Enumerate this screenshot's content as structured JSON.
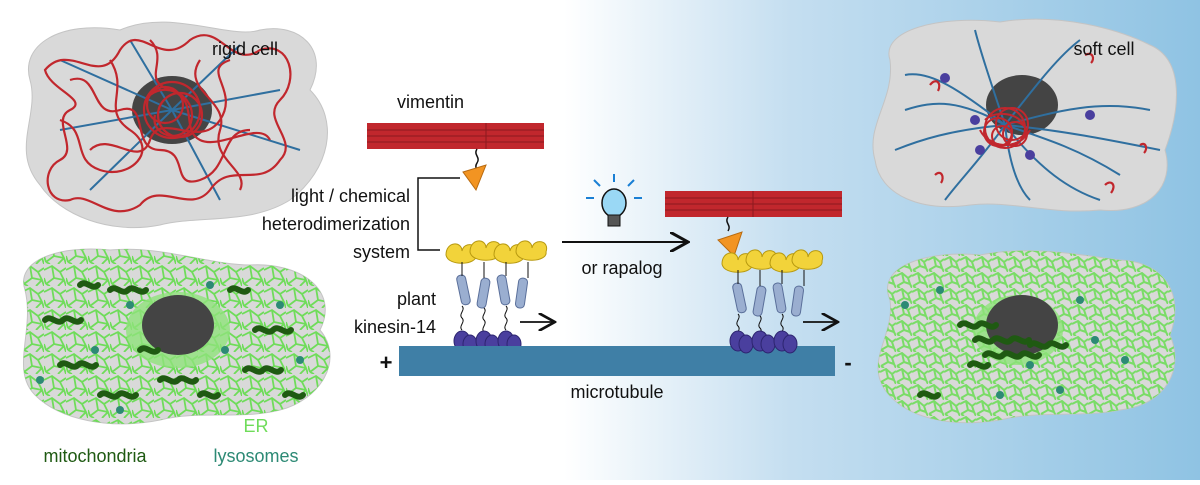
{
  "labels": {
    "rigid_cell": "rigid cell",
    "soft_cell": "soft cell",
    "vimentin": "vimentin",
    "light_chemical": "light / chemical",
    "heterodimerization": "heterodimerization",
    "system": "system",
    "or_rapalog": "or rapalog",
    "plant": "plant",
    "kinesin": "kinesin-14",
    "microtubule": "microtubule",
    "plus_end": "+",
    "minus_end": "-",
    "mitochondria": "mitochondria",
    "er": "ER",
    "lysosomes": "lysosomes"
  },
  "colors": {
    "vimentin": "#c1272d",
    "microtubule_filament": "#2f6f9f",
    "microtubule_bar": "#3f7fa6",
    "er": "#7ee36a",
    "mitochondria": "#1f5a12",
    "lysosome": "#2d8a75",
    "nucleus": "#444444",
    "cell_body": "#d9d9d9",
    "kinesin_head": "#4a3f9e",
    "stalk": "#9aaed0",
    "tag_yellow": "#f2d33a",
    "tag_orange": "#f29422",
    "background_blue": "#8fc3e3"
  },
  "icons": [
    "light-bulb-icon",
    "reaction-arrow-icon",
    "direction-arrow-icon"
  ]
}
